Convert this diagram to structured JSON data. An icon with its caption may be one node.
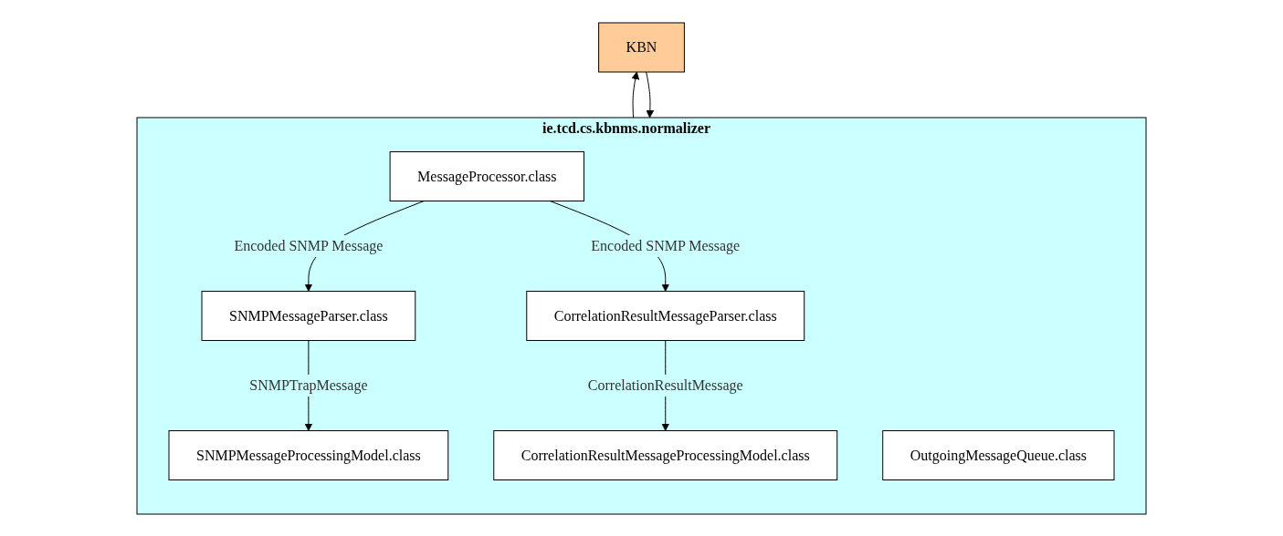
{
  "diagram": {
    "nodes": [
      {
        "text": [
          "ie.tcd.cs.kbnms.normalizer"
        ]
      },
      {
        "text": [
          "SNMPMessageProcessingModel.class"
        ],
        "in": 0
      },
      {
        "text": [
          "CorrelationResultMessageProcessingModel.class"
        ],
        "in": 0
      },
      {
        "text": [
          "SNMPMessageParser.class"
        ],
        "in": 0
      },
      {
        "text": [
          "CorrelationResultMessageParser.class"
        ],
        "in": 0
      },
      {
        "text": [
          "MessageProcessor.class"
        ],
        "in": 0
      },
      {
        "text": [
          "OutgoingMessageQueue.class"
        ],
        "in": 0
      },
      {
        "text": [
          "KBN"
        ]
      }
    ],
    "edges": [
      {
        "from": 3,
        "to": 1,
        "arrow": "to",
        "label": "SNMPTrapMessage"
      },
      {
        "from": 4,
        "to": 2,
        "arrow": "to",
        "label": "CorrelationResultMessage"
      },
      {
        "from": 5,
        "to": 3,
        "arrow": "to",
        "label": "Encoded SNMP Message"
      },
      {
        "from": 5,
        "to": 4,
        "arrow": "to",
        "label": "Encoded SNMP Message"
      },
      {
        "from": 7,
        "to": 0,
        "arrow": "to"
      },
      {
        "from": 0,
        "to": 7,
        "arrow": "to"
      }
    ]
  }
}
